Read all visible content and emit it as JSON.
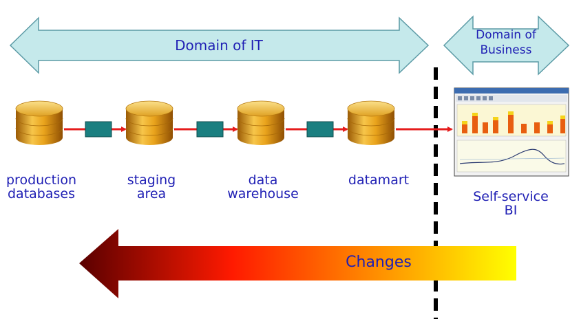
{
  "domains": {
    "it": "Domain of IT",
    "business_line1": "Domain of",
    "business_line2": "Business"
  },
  "stores": [
    {
      "line1": "production",
      "line2": "databases"
    },
    {
      "line1": "staging",
      "line2": "area"
    },
    {
      "line1": "data",
      "line2": "warehouse"
    },
    {
      "line1": "datamart",
      "line2": ""
    }
  ],
  "bi": {
    "line1": "Self-service",
    "line2": "BI"
  },
  "changes_label": "Changes",
  "colors": {
    "domain_arrow_fill": "#c5e9eb",
    "domain_arrow_stroke": "#5b9aa5",
    "label_text": "#1f1fb4",
    "flow_arrow": "#e51c1c",
    "etl_box": "#1a7f80",
    "cylinder_gold": "#e8a41a",
    "divider": "#000000",
    "changes_gradient_start": "#5a0000",
    "changes_gradient_mid": "#ff1a00",
    "changes_gradient_end": "#ffff00"
  },
  "icons": {
    "database": "database-cylinder-icon",
    "etl": "etl-process-box",
    "report": "dashboard-screenshot"
  }
}
